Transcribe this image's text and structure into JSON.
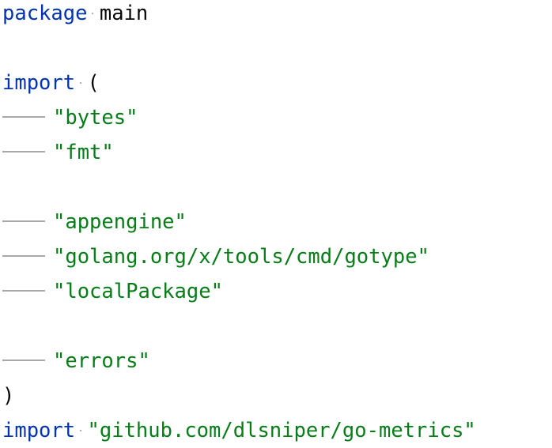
{
  "editor": {
    "colors": {
      "keyword": "#0033b3",
      "string": "#067d17",
      "plain": "#080808",
      "whitespace_marker": "#a8a8a8"
    },
    "lines": [
      [
        {
          "t": "kw",
          "v": "package"
        },
        {
          "t": "space"
        },
        {
          "t": "plain",
          "v": "main"
        }
      ],
      [],
      [
        {
          "t": "kw",
          "v": "import"
        },
        {
          "t": "space"
        },
        {
          "t": "plain",
          "v": "("
        }
      ],
      [
        {
          "t": "tab"
        },
        {
          "t": "str",
          "v": "\"bytes\""
        }
      ],
      [
        {
          "t": "tab"
        },
        {
          "t": "str",
          "v": "\"fmt\""
        }
      ],
      [],
      [
        {
          "t": "tab"
        },
        {
          "t": "str",
          "v": "\"appengine\""
        }
      ],
      [
        {
          "t": "tab"
        },
        {
          "t": "str",
          "v": "\"golang.org/x/tools/cmd/gotype\""
        }
      ],
      [
        {
          "t": "tab"
        },
        {
          "t": "str",
          "v": "\"localPackage\""
        }
      ],
      [],
      [
        {
          "t": "tab"
        },
        {
          "t": "str",
          "v": "\"errors\""
        }
      ],
      [
        {
          "t": "plain",
          "v": ")"
        }
      ],
      [
        {
          "t": "kw",
          "v": "import"
        },
        {
          "t": "space"
        },
        {
          "t": "str",
          "v": "\"github.com/dlsniper/go-metrics\""
        }
      ]
    ]
  }
}
